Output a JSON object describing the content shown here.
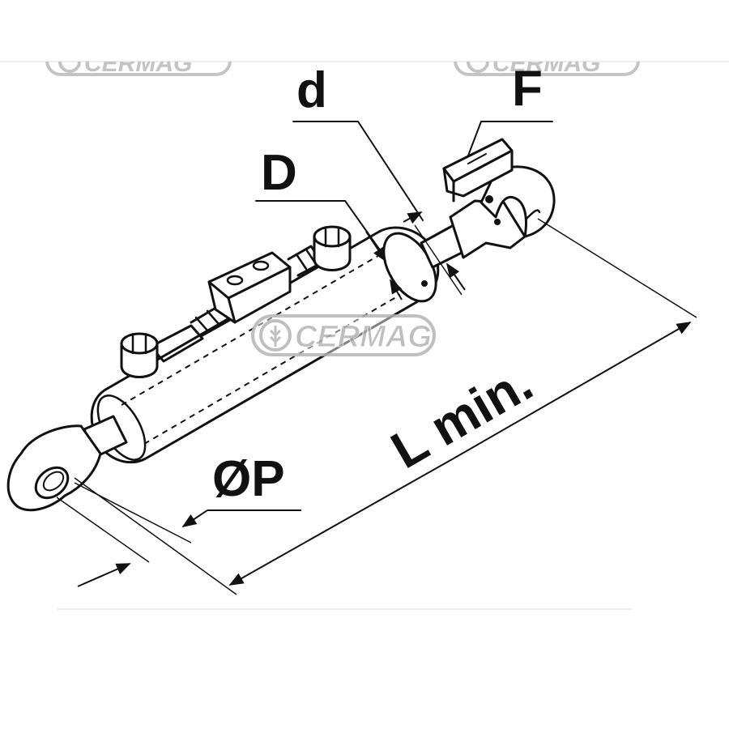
{
  "diagram": {
    "labels": {
      "small_diameter": "d",
      "fitting": "F",
      "large_diameter": "D",
      "pin_diameter": "ØP",
      "length": "L min."
    },
    "watermark": {
      "text": "CERMAG",
      "icon": "wheat-logo-icon",
      "color": "#b5b5b5"
    }
  }
}
